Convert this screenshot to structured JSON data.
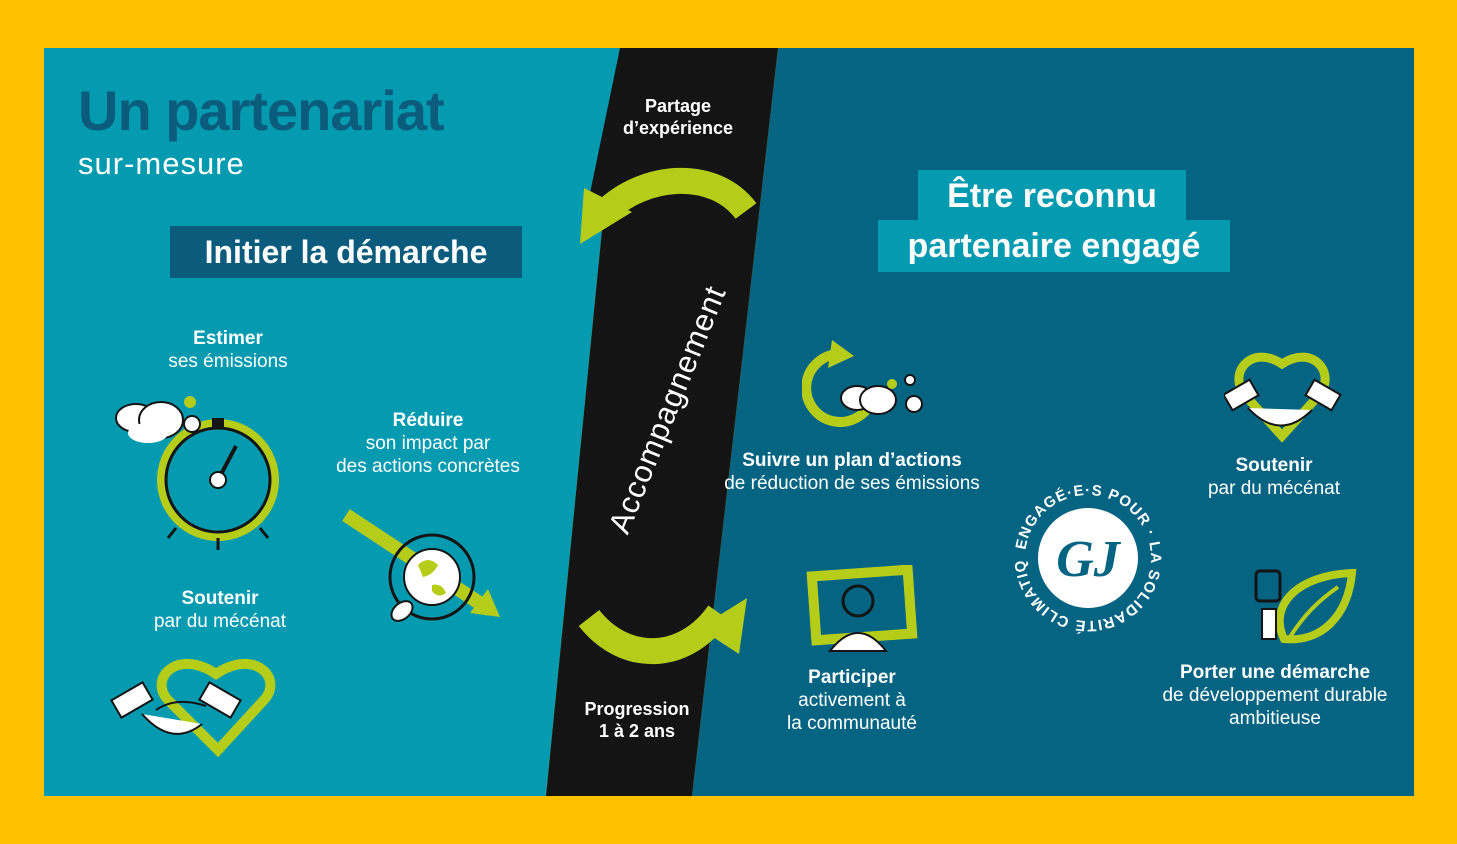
{
  "colors": {
    "frame": "#ffc000",
    "left_panel": "#049aaf",
    "right_panel": "#046482",
    "band": "#141414",
    "accent": "#b5cc18",
    "dark_title": "#0b5c7c"
  },
  "header": {
    "title": "Un partenariat",
    "subtitle": "sur-mesure"
  },
  "left": {
    "heading": "Initier la démarche",
    "items": [
      {
        "title": "Estimer",
        "lines": [
          "ses émissions"
        ],
        "icon": "stopwatch-icon"
      },
      {
        "title": "Réduire",
        "lines": [
          "son impact par",
          "des actions concrètes"
        ],
        "icon": "globe-arrow-icon"
      },
      {
        "title": "Soutenir",
        "lines": [
          "par du mécénat"
        ],
        "icon": "handshake-heart-icon"
      }
    ]
  },
  "band": {
    "top_label": [
      "Partage",
      "d’expérience"
    ],
    "middle_label": "Accompagnement",
    "bottom_label": [
      "Progression",
      "1 à 2 ans"
    ]
  },
  "right": {
    "heading": [
      "Être reconnu",
      "partenaire engagé"
    ],
    "items": [
      {
        "title": "Suivre un plan d’actions",
        "lines": [
          "de réduction de ses émissions"
        ],
        "icon": "cycle-arrow-icon"
      },
      {
        "title": "Participer",
        "lines": [
          "activement à",
          "la communauté"
        ],
        "icon": "presenter-icon"
      },
      {
        "title": "Soutenir",
        "lines": [
          "par du mécénat"
        ],
        "icon": "handshake-heart-icon"
      },
      {
        "title": "Porter une démarche",
        "lines": [
          "de développement durable",
          "ambitieuse"
        ],
        "icon": "fist-leaf-icon"
      }
    ],
    "badge": {
      "initials": "GJ",
      "text": "ENGAGÉ·E·S POUR · LA SOLIDARITÉ CLIMATIQUE"
    }
  }
}
